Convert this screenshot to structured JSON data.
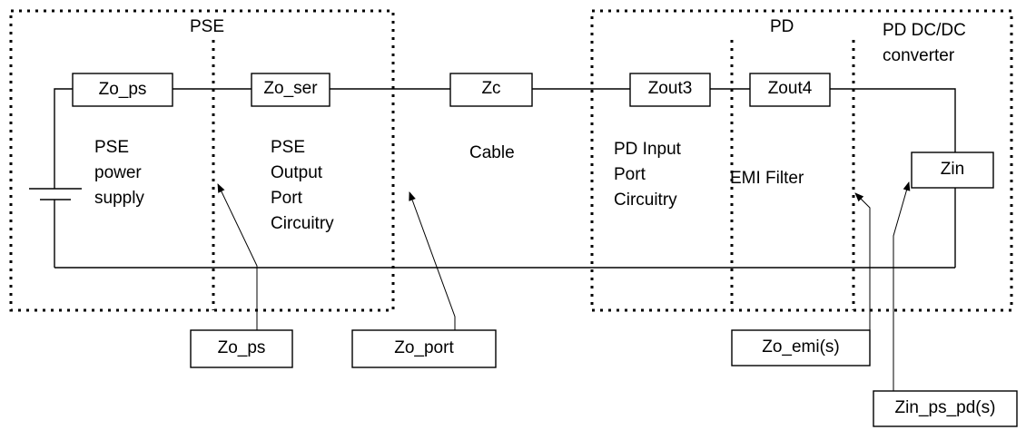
{
  "regions": {
    "pse": "PSE",
    "pd": "PD",
    "pd_dcdc": [
      "PD DC/DC",
      "converter"
    ]
  },
  "components": {
    "zo_ps": "Zo_ps",
    "zo_ser": "Zo_ser",
    "zc": "Zc",
    "zout3": "Zout3",
    "zout4": "Zout4",
    "zin": "Zin"
  },
  "section_labels": {
    "pse_power_supply": [
      "PSE",
      "power",
      "supply"
    ],
    "pse_output_port": [
      "PSE",
      "Output",
      "Port",
      "Circuitry"
    ],
    "cable": "Cable",
    "pd_input_port": [
      "PD Input",
      "Port",
      "Circuitry"
    ],
    "emi_filter": "EMI Filter"
  },
  "callouts": {
    "zo_ps": "Zo_ps",
    "zo_port": "Zo_port",
    "zo_emi": "Zo_emi(s)",
    "zin_ps_pd": "Zin_ps_pd(s)"
  }
}
